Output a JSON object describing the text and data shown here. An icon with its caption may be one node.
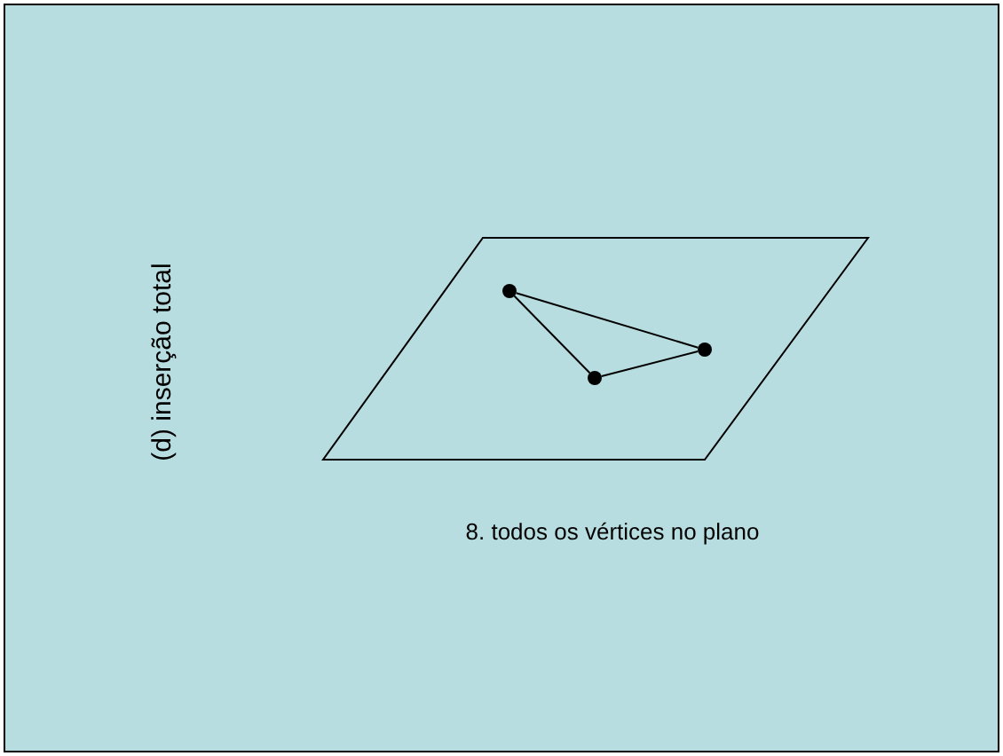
{
  "diagram": {
    "nodes": [
      {
        "text": [],
        "shape": "parallelogram"
      },
      {
        "text": [],
        "shape": "circle",
        "in": 0
      },
      {
        "text": [],
        "shape": "circle",
        "in": 0
      },
      {
        "text": [],
        "shape": "circle",
        "in": 0
      }
    ],
    "edges": [
      {
        "from": 1,
        "to": 2,
        "arrow": "none"
      },
      {
        "from": 2,
        "to": 3,
        "arrow": "none"
      },
      {
        "from": 3,
        "to": 1,
        "arrow": "none"
      }
    ],
    "labels": [
      "(d) inserção total",
      "8. todos os vértices no plano"
    ]
  }
}
